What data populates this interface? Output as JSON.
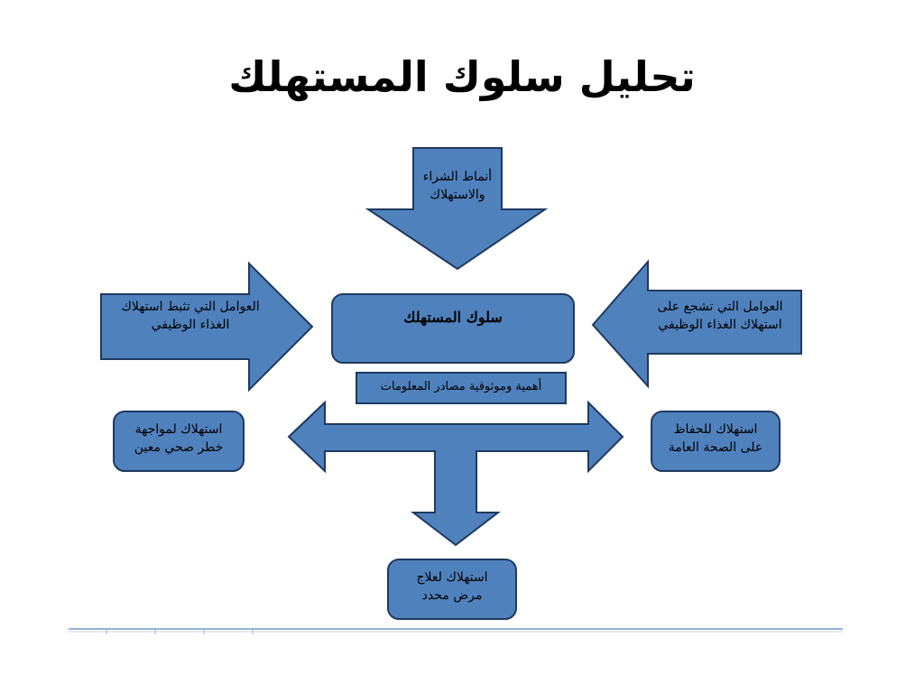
{
  "title": "تحليل سلوك المستهلك",
  "nodes": {
    "center": {
      "text": "سلوك المستهلك"
    },
    "top_arrow": {
      "line1": "أنماط الشراء",
      "line2": "والاستهلاك"
    },
    "left_arrow": {
      "line1": "العوامل التي تثبط استهلاك",
      "line2": "الغذاء الوظيفي"
    },
    "right_arrow": {
      "line1": "العوامل التي تشجع على",
      "line2": "استهلاك الغذاء الوظيفي"
    },
    "info_box": {
      "text": "أهمية وموثوقية مصادر المعلومات"
    },
    "left_box": {
      "line1": "استهلاك لمواجهة",
      "line2": "خطر صحي معين"
    },
    "right_box": {
      "line1": "استهلاك للحفاظ",
      "line2": "على الصحة العامة"
    },
    "bottom_box": {
      "line1": "استهلاك لعلاج",
      "line2": "مرض محدد"
    }
  },
  "colors": {
    "fill": "#4F81BD",
    "stroke": "#1F3A5F",
    "text": "#000000",
    "footer_line": "#95B3D7"
  }
}
